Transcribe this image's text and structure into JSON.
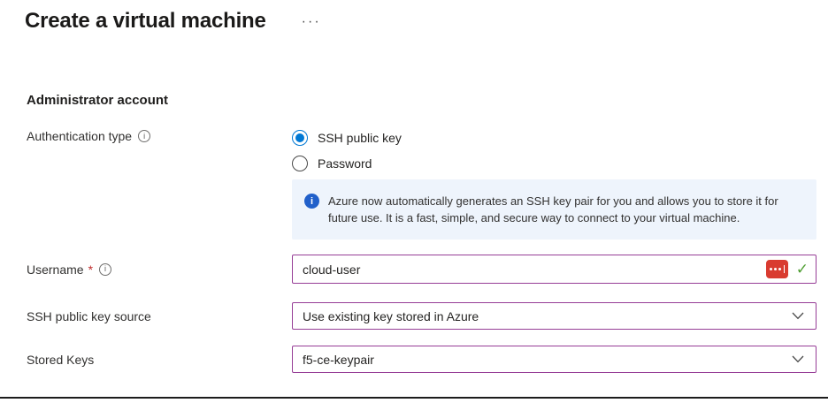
{
  "page": {
    "title": "Create a virtual machine"
  },
  "icons": {
    "ellipsis": "···",
    "tooltip_info": "i",
    "info_filled": "i",
    "checkmark": "✓"
  },
  "section": {
    "heading": "Administrator account"
  },
  "fields": {
    "authentication_type": {
      "label": "Authentication type",
      "options": [
        {
          "label": "SSH public key",
          "selected": true
        },
        {
          "label": "Password",
          "selected": false
        }
      ]
    },
    "info_box": {
      "text": "Azure now automatically generates an SSH key pair for you and allows you to store it for future use. It is a fast, simple, and secure way to connect to your virtual machine."
    },
    "username": {
      "label": "Username",
      "required_marker": "*",
      "value": "cloud-user"
    },
    "ssh_public_key_source": {
      "label": "SSH public key source",
      "value": "Use existing key stored in Azure"
    },
    "stored_keys": {
      "label": "Stored Keys",
      "value": "f5-ce-keypair"
    }
  },
  "colors": {
    "accent_blue": "#0078d4",
    "info_icon_blue": "#2160ca",
    "info_box_bg": "#eef4fc",
    "input_border_purple": "#963d96",
    "validation_green": "#4f9e32",
    "required_red": "#c02b2b",
    "password_manager_red": "#d93b30"
  }
}
